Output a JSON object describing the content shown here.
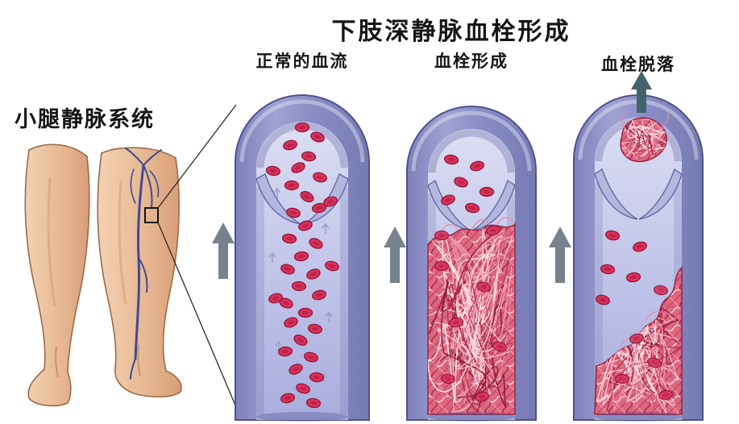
{
  "title": "下肢深静脉血栓形成",
  "left_label": "小腿静脉系统",
  "columns": [
    {
      "label": "正常的血流"
    },
    {
      "label": "血栓形成"
    },
    {
      "label": "血栓脱落"
    }
  ],
  "icons": {
    "flow_arrow": "up-arrow",
    "embolus_arrow": "up-arrow",
    "magnifier_region": "zoom-callout-box"
  },
  "colors": {
    "background": "#ffffff",
    "text": "#151515",
    "vein_wall": "#8e91c6",
    "vein_lumen": "#c3c6e8",
    "valve": "#b3b7de",
    "blood_cell": "#d8315a",
    "clot_mesh": "#db6880",
    "flow_arrow": "#76838e",
    "embolus_arrow": "#44626b",
    "skin": "#ecc3a3",
    "leg_vein": "#3f4a96"
  }
}
